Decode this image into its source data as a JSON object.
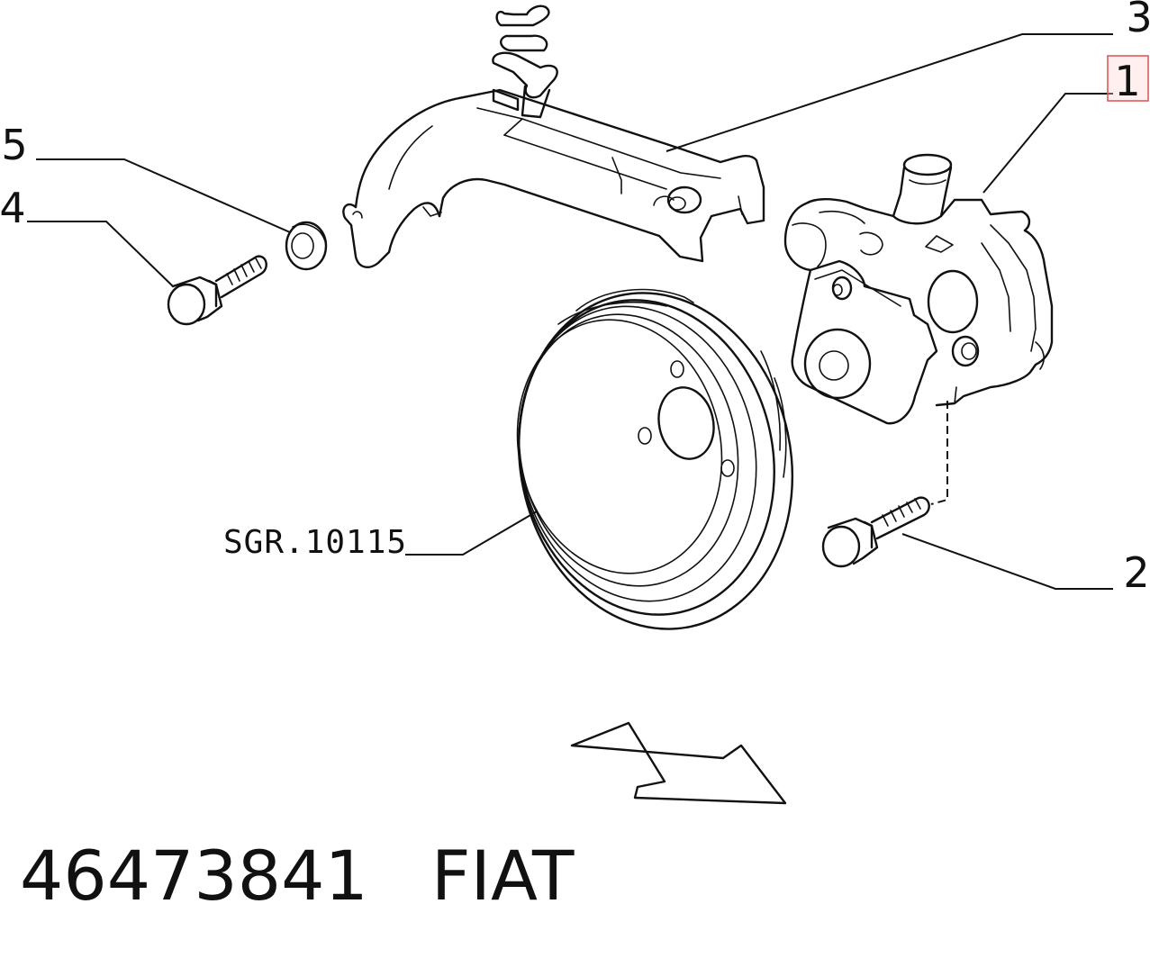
{
  "callouts": [
    {
      "id": "1",
      "text": "1",
      "highlighted": true
    },
    {
      "id": "2",
      "text": "2",
      "highlighted": false
    },
    {
      "id": "3",
      "text": "3",
      "highlighted": false
    },
    {
      "id": "4",
      "text": "4",
      "highlighted": false
    },
    {
      "id": "5",
      "text": "5",
      "highlighted": false
    }
  ],
  "reference_label": "SGR.10115",
  "footer": {
    "part_number": "46473841",
    "brand": "FIAT"
  },
  "colors": {
    "line": "#111111",
    "highlight_border": "#e05a5a",
    "background": "#ffffff"
  },
  "icons": {
    "direction_arrow": "hollow-arrow-right-down"
  }
}
